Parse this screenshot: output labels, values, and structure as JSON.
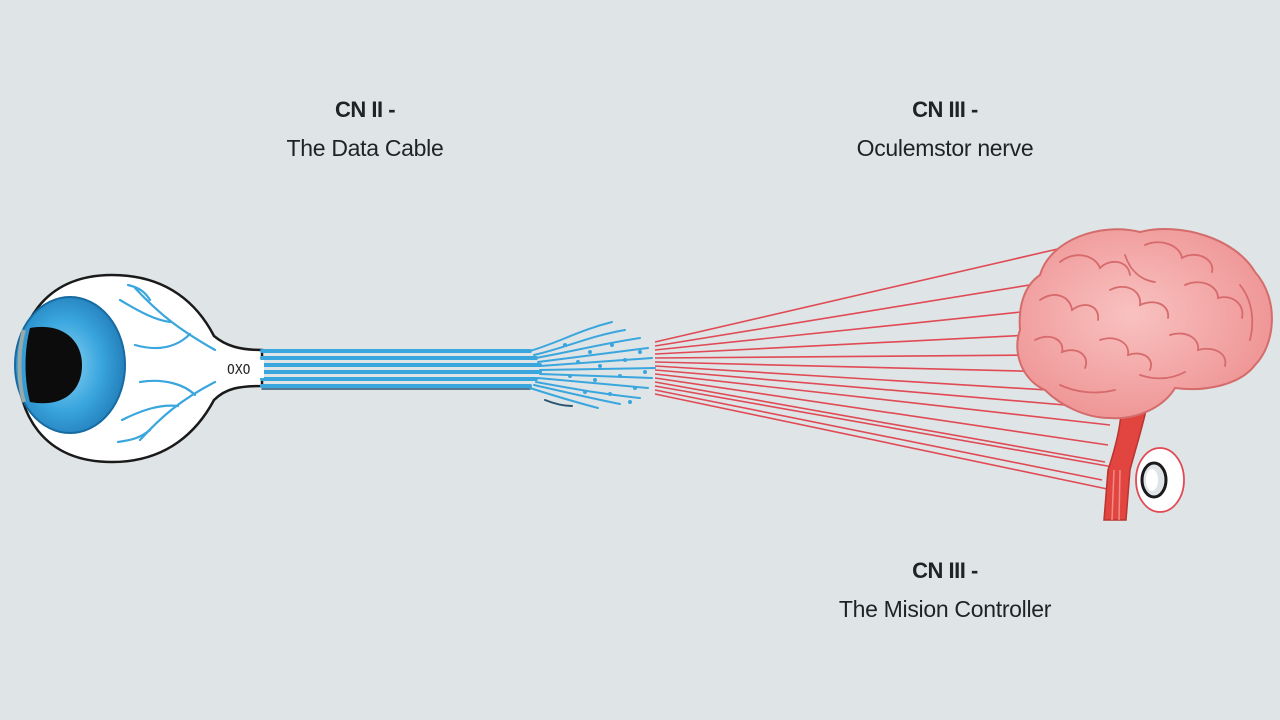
{
  "labels": {
    "cn2": {
      "head": "CN II -",
      "sub": "The Data Cable"
    },
    "cn3_top": {
      "head": "CN III -",
      "sub": "Oculemstor nerve"
    },
    "cn3_bottom": {
      "head": "CN III -",
      "sub": "The Mision Controller"
    },
    "nerve_tag": "OXO"
  },
  "colors": {
    "background": "#dfe4e6",
    "optic_nerve": "#3aa6de",
    "iris": "#2f93cf",
    "oculomotor_fibers": "#e04a55",
    "brain": "#f2a4a4",
    "brainstem": "#e2453f"
  }
}
